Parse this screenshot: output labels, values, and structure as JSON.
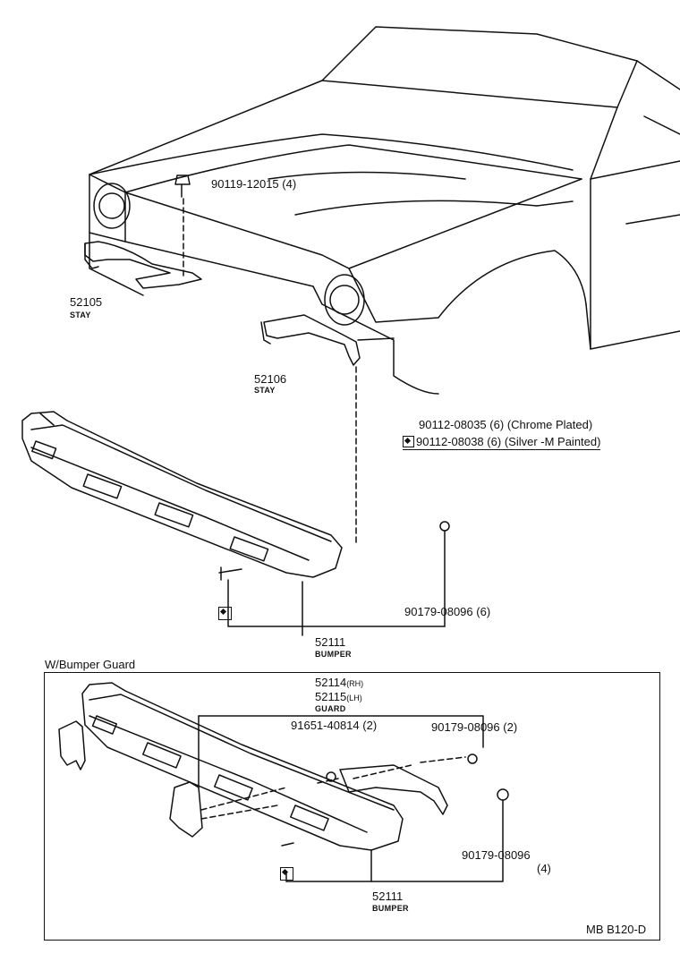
{
  "diagram_id": "MB B120-D",
  "callouts": {
    "bolt_top": {
      "part": "90119-12015",
      "qty": "(4)"
    },
    "stay_left": {
      "part": "52105",
      "name": "STAY"
    },
    "stay_right": {
      "part": "52106",
      "name": "STAY"
    },
    "bolt_chrome": {
      "part": "90112-08035",
      "qty": "(6)",
      "note": "(Chrome Plated)"
    },
    "bolt_silver": {
      "part": "90112-08038",
      "qty": "(6)",
      "note": "(Silver -M Painted)"
    },
    "nut_upper": {
      "part": "90179-08096",
      "qty": "(6)"
    },
    "bumper_upper": {
      "part": "52111",
      "name": "BUMPER"
    }
  },
  "guard_section": {
    "title": "W/Bumper Guard",
    "guard_rh": {
      "part": "52114",
      "side": "(RH)"
    },
    "guard_lh": {
      "part": "52115",
      "side": "(LH)"
    },
    "guard_name": "GUARD",
    "washer": {
      "part": "91651-40814",
      "qty": "(2)"
    },
    "nut_a": {
      "part": "90179-08096",
      "qty": "(2)"
    },
    "nut_b": {
      "part": "90179-08096",
      "qty": "(4)"
    },
    "bumper": {
      "part": "52111",
      "name": "BUMPER"
    }
  }
}
